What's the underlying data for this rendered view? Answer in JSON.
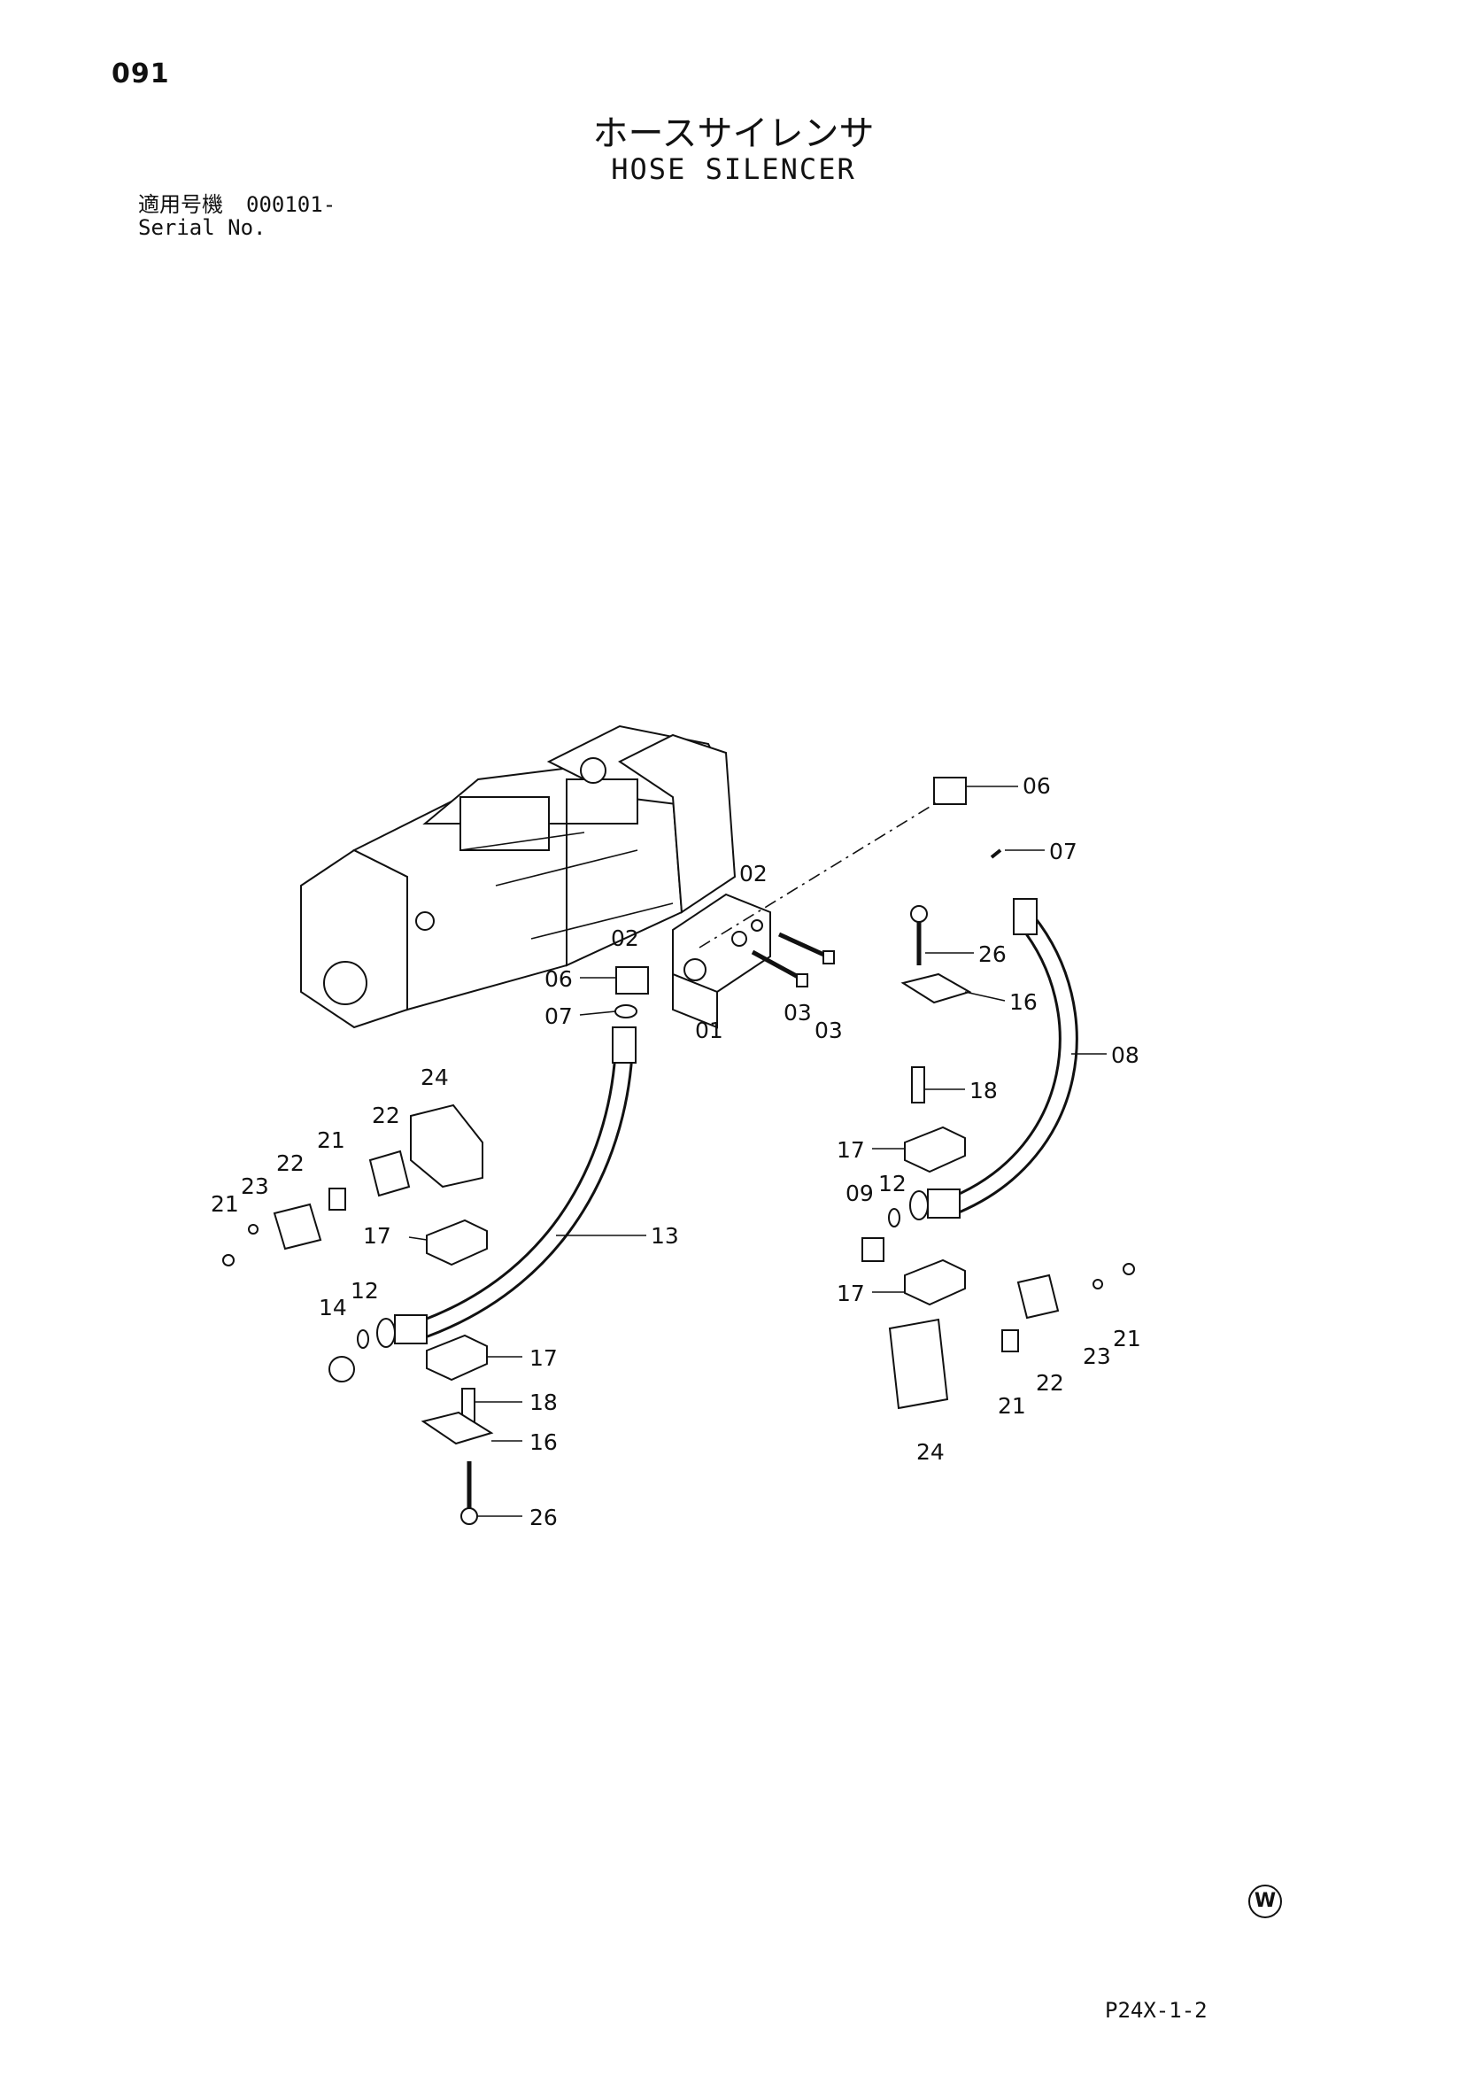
{
  "header": {
    "page_number": "091",
    "title_jp": "ホースサイレンサ",
    "title_en": "HOSE SILENCER",
    "serial_label_jp": "適用号機",
    "serial_value": "000101-",
    "serial_label_en": "Serial No."
  },
  "callouts": [
    {
      "id": "c06a",
      "label": "06"
    },
    {
      "id": "c07a",
      "label": "07"
    },
    {
      "id": "c02a",
      "label": "02"
    },
    {
      "id": "c02b",
      "label": "02"
    },
    {
      "id": "c06b",
      "label": "06"
    },
    {
      "id": "c07b",
      "label": "07"
    },
    {
      "id": "c01",
      "label": "01"
    },
    {
      "id": "c03a",
      "label": "03"
    },
    {
      "id": "c03b",
      "label": "03"
    },
    {
      "id": "c26a",
      "label": "26"
    },
    {
      "id": "c16a",
      "label": "16"
    },
    {
      "id": "c08",
      "label": "08"
    },
    {
      "id": "c18a",
      "label": "18"
    },
    {
      "id": "c17a",
      "label": "17"
    },
    {
      "id": "c09",
      "label": "09"
    },
    {
      "id": "c12a",
      "label": "12"
    },
    {
      "id": "c17b",
      "label": "17"
    },
    {
      "id": "c21a",
      "label": "21"
    },
    {
      "id": "c23a",
      "label": "23"
    },
    {
      "id": "c22a",
      "label": "22"
    },
    {
      "id": "c21b",
      "label": "21"
    },
    {
      "id": "c24a",
      "label": "24"
    },
    {
      "id": "c24b",
      "label": "24"
    },
    {
      "id": "c22b",
      "label": "22"
    },
    {
      "id": "c21c",
      "label": "21"
    },
    {
      "id": "c23b",
      "label": "23"
    },
    {
      "id": "c22c",
      "label": "22"
    },
    {
      "id": "c21d",
      "label": "21"
    },
    {
      "id": "c17c",
      "label": "17"
    },
    {
      "id": "c13",
      "label": "13"
    },
    {
      "id": "c14",
      "label": "14"
    },
    {
      "id": "c12b",
      "label": "12"
    },
    {
      "id": "c17d",
      "label": "17"
    },
    {
      "id": "c18b",
      "label": "18"
    },
    {
      "id": "c16b",
      "label": "16"
    },
    {
      "id": "c26b",
      "label": "26"
    }
  ],
  "footer": {
    "mark": "W",
    "code": "P24X-1-2"
  }
}
